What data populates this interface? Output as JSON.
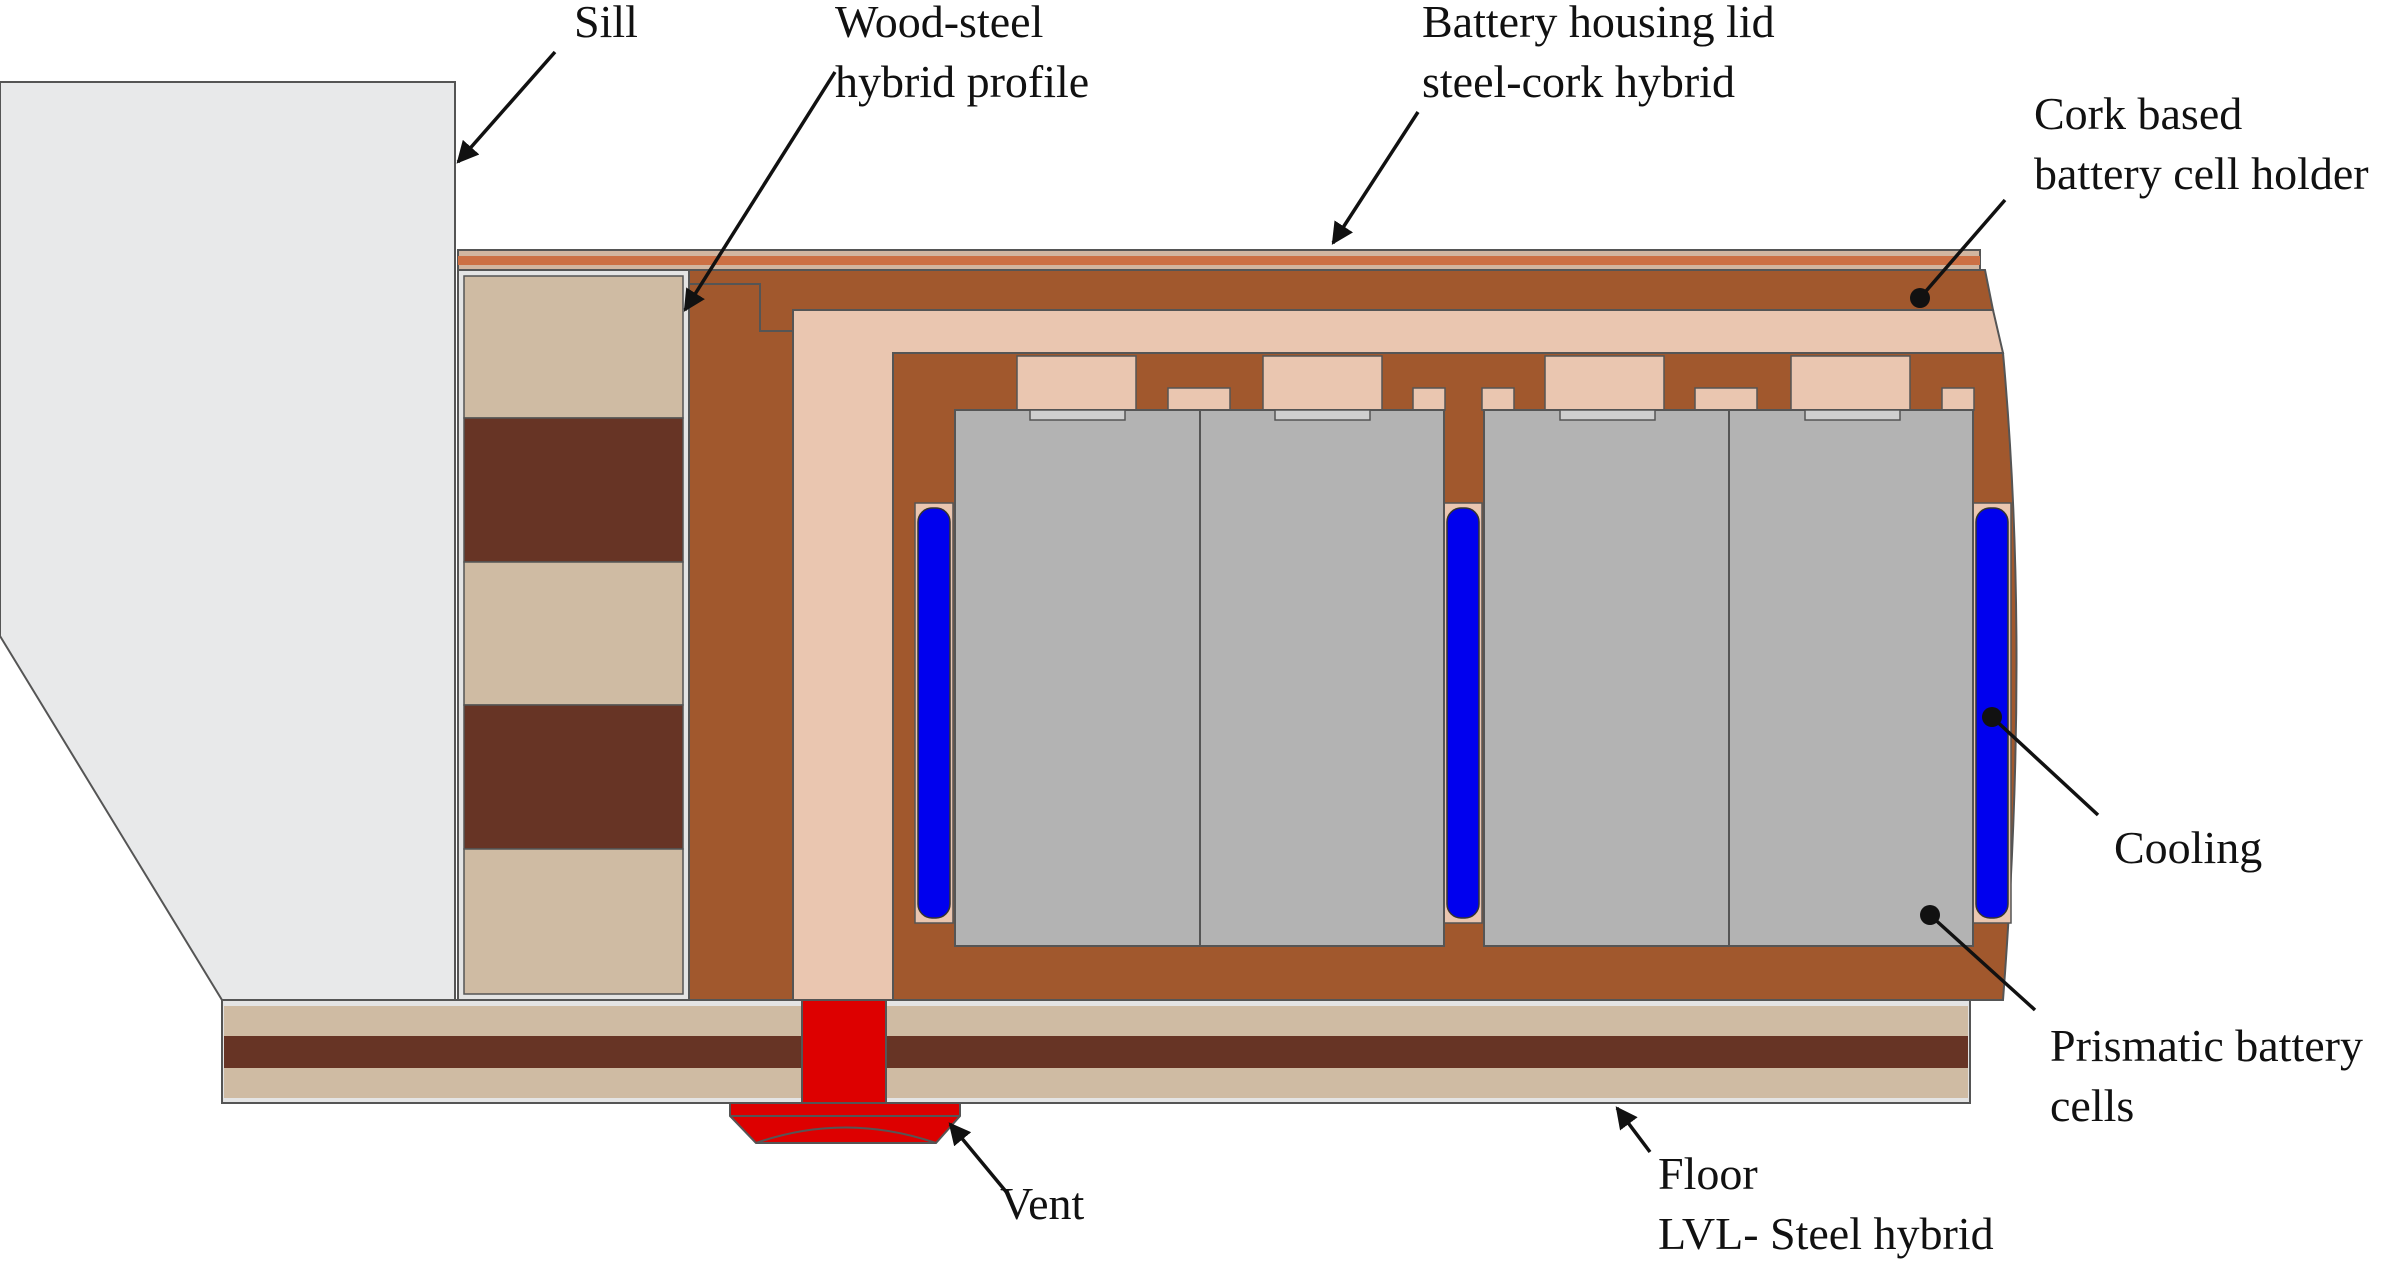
{
  "labels": {
    "sill": [
      "Sill"
    ],
    "wood_steel": [
      "Wood-steel",
      "hybrid profile"
    ],
    "lid": [
      "Battery housing lid",
      "steel-cork hybrid"
    ],
    "cork_holder": [
      "Cork based",
      "battery cell holder"
    ],
    "cooling": [
      "Cooling"
    ],
    "cells": [
      "Prismatic battery",
      "cells"
    ],
    "vent": [
      "Vent"
    ],
    "floor": [
      "Floor",
      "LVL- Steel hybrid"
    ]
  },
  "colors": {
    "sill": "#e8e9ea",
    "lvl_light": "#cfbba3",
    "lvl_dark": "#673425",
    "cork": "#a1582d",
    "cork_light": "#eac6b0",
    "cell": "#b3b3b3",
    "cooling": "#0000ee",
    "vent": "#dd0000",
    "outline": "#555555"
  }
}
